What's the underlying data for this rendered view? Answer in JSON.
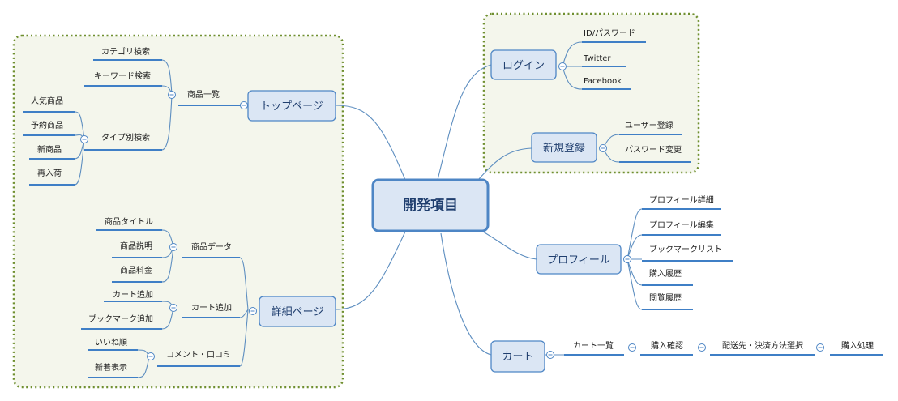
{
  "central": "開発項目",
  "branches": {
    "login": {
      "label": "ログイン",
      "children": [
        "ID/パスワード",
        "Twitter",
        "Facebook"
      ]
    },
    "signup": {
      "label": "新規登録",
      "children": [
        "ユーザー登録",
        "パスワード変更"
      ]
    },
    "profile": {
      "label": "プロフィール",
      "children": [
        "プロフィール詳細",
        "プロフィール編集",
        "ブックマークリスト",
        "購入履歴",
        "閲覧履歴"
      ]
    },
    "cart": {
      "label": "カート",
      "steps": [
        "カート一覧",
        "購入確認",
        "配送先・決済方法選択",
        "購入処理"
      ]
    },
    "top": {
      "label": "トップページ",
      "list": {
        "label": "商品一覧",
        "category": "カテゴリ検索",
        "keyword": "キーワード検索",
        "type": {
          "label": "タイプ別検索",
          "children": [
            "人気商品",
            "予約商品",
            "新商品",
            "再入荷"
          ]
        }
      }
    },
    "detail": {
      "label": "詳細ページ",
      "data": {
        "label": "商品データ",
        "children": [
          "商品タイトル",
          "商品説明",
          "商品料金"
        ]
      },
      "cart_add": {
        "label": "カート追加",
        "children": [
          "カート追加",
          "ブックマーク追加"
        ]
      },
      "comments": {
        "label": "コメント・口コミ",
        "children": [
          "いいね順",
          "新着表示"
        ]
      }
    }
  },
  "colors": {
    "node_fill": "#dbe6f4",
    "node_border": "#4e86c5",
    "boundary": "#6f8f2f",
    "boundary_fill": "#f4f6ec",
    "line": "#3f7fc6"
  }
}
